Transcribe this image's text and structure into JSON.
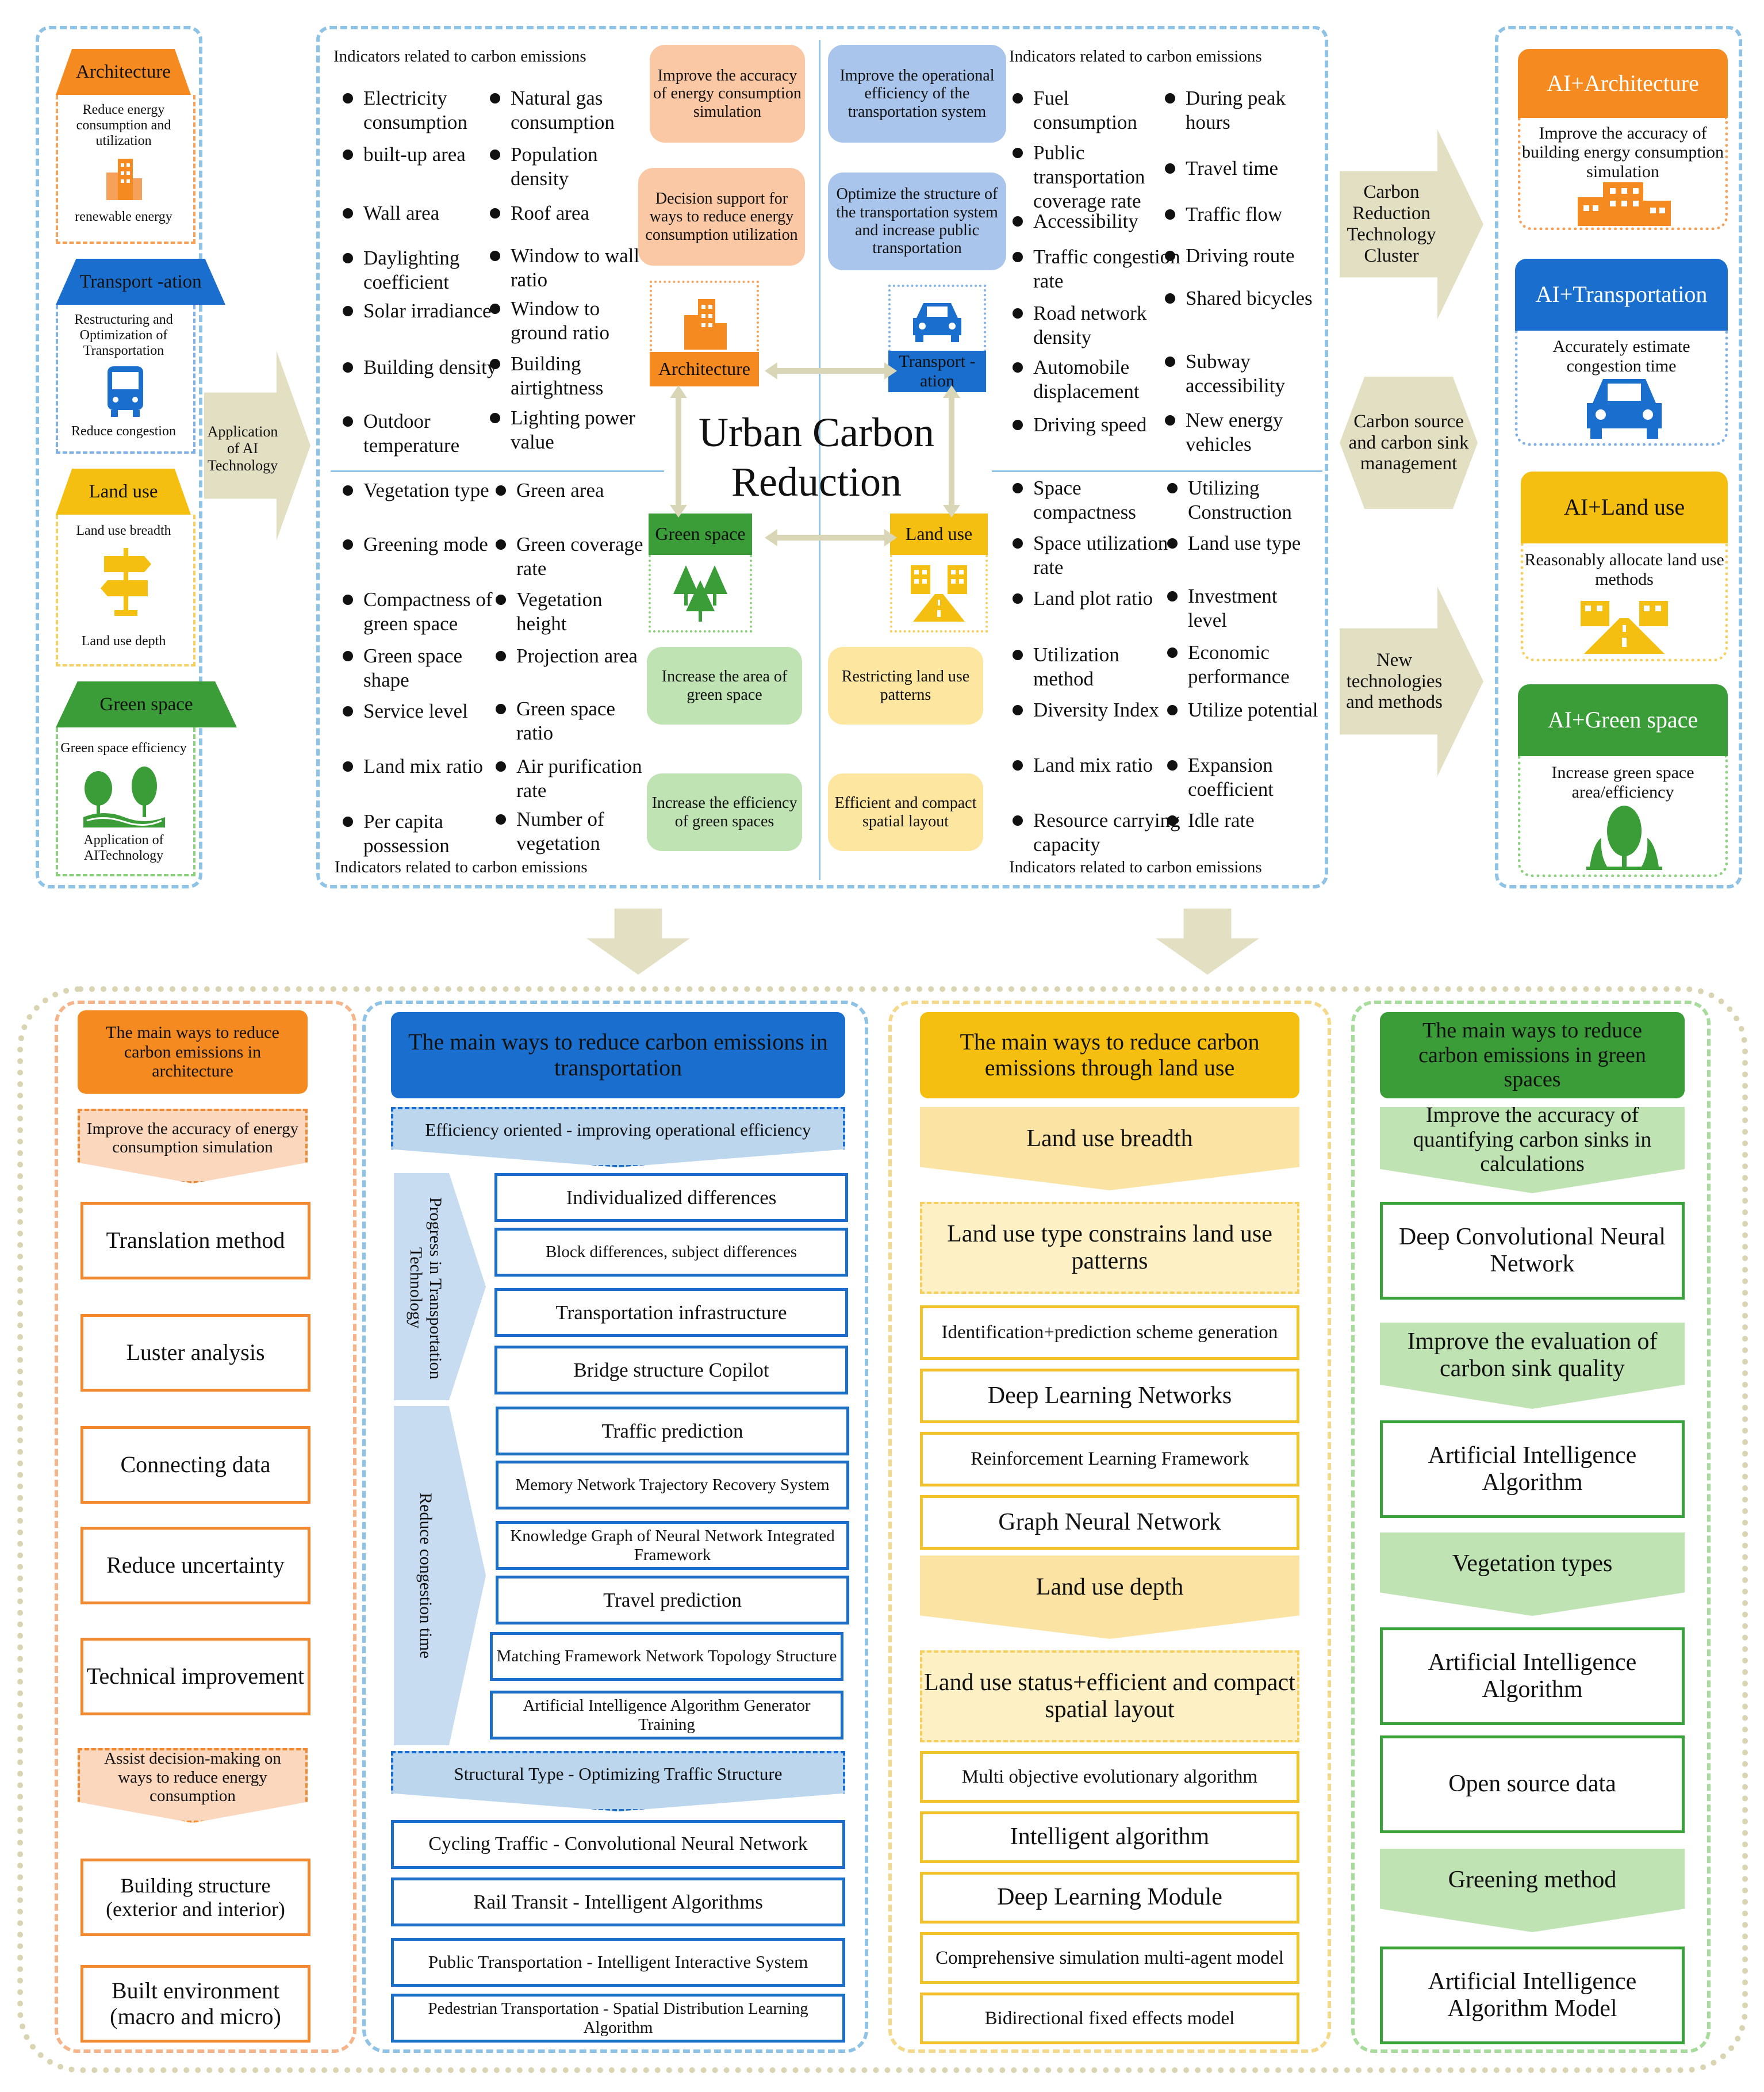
{
  "left": {
    "architecture": {
      "title": "Architecture",
      "text1": "Reduce energy consumption and utilization",
      "text2": "renewable energy",
      "color": "#f58a21"
    },
    "transportation": {
      "title": "Transport -ation",
      "text1": "Restructuring and Optimization of Transportation",
      "text2": "Reduce congestion",
      "color": "#1a6fce"
    },
    "land_use": {
      "title": "Land use",
      "text1": "Land use breadth",
      "text2": "Land use depth",
      "color": "#f5bf12"
    },
    "green_space": {
      "title": "Green space",
      "text1": "Green space efficiency",
      "text2": "Application of AITechnology",
      "color": "#3a9d38"
    }
  },
  "arrow_left_label": "Application of AI Technology",
  "indicators_head_top": "Indicators related to carbon emissions",
  "indicators_head_bottom": "Indicators related to carbon emissions",
  "arch_indicators": [
    [
      "Electricity consumption",
      "Natural gas consumption"
    ],
    [
      "built-up area",
      "Population density"
    ],
    [
      "Wall area",
      "Roof area"
    ],
    [
      "Daylighting coefficient",
      "Window to wall ratio"
    ],
    [
      "Solar irradiance",
      "Window to ground ratio"
    ],
    [
      "Building density",
      "Building airtightness"
    ],
    [
      "Outdoor temperature",
      "Lighting power value"
    ]
  ],
  "green_indicators": [
    [
      "Vegetation type",
      "Green area"
    ],
    [
      "Greening mode",
      "Green coverage rate"
    ],
    [
      "Compactness of green space",
      "Vegetation height"
    ],
    [
      "Green space shape",
      "Projection area"
    ],
    [
      "Service level",
      "Green space ratio"
    ],
    [
      "Land mix ratio",
      "Air purification rate"
    ],
    [
      "Per capita possession",
      "Number of vegetation"
    ]
  ],
  "trans_indicators": [
    [
      "Fuel consumption",
      "During peak hours"
    ],
    [
      "Public transportation coverage rate",
      "Travel time"
    ],
    [
      "Accessibility",
      "Traffic flow"
    ],
    [
      "Traffic congestion rate",
      "Driving route"
    ],
    [
      "Road network density",
      "Shared bicycles"
    ],
    [
      "Automobile displacement",
      "Subway accessibility"
    ],
    [
      "Driving speed",
      "New energy vehicles"
    ]
  ],
  "land_indicators": [
    [
      "Space compactness",
      "Utilizing Construction"
    ],
    [
      "Space utilization rate",
      "Land use type"
    ],
    [
      "Land plot ratio",
      "Investment level"
    ],
    [
      "Utilization method",
      "Economic performance"
    ],
    [
      "Diversity Index",
      "Utilize potential"
    ],
    [
      "Land mix ratio",
      "Expansion coefficient"
    ],
    [
      "Resource carrying capacity",
      "Idle rate"
    ]
  ],
  "center": {
    "title": "Urban Carbon Reduction",
    "arch_label": "Architecture",
    "trans_label": "Transport -ation",
    "green_label": "Green space",
    "land_label": "Land use",
    "arch_act1": "Improve the accuracy of energy consumption simulation",
    "arch_act2": "Decision support for ways to reduce energy consumption utilization",
    "trans_act1": "Improve the operational efficiency of the transportation system",
    "trans_act2": "Optimize the structure of the transportation system and increase public transportation",
    "green_act1": "Increase the area of green space",
    "green_act2": "Increase the efficiency of green spaces",
    "land_act1": "Restricting land use patterns",
    "land_act2": "Efficient and compact spatial layout"
  },
  "mid_arrows": [
    "Carbon Reduction Technology Cluster",
    "Carbon source and carbon sink management",
    "New technologies and methods"
  ],
  "ai_cards": [
    {
      "title": "AI+Architecture",
      "text": "Improve the accuracy of building energy consumption simulation",
      "color": "#f58a21",
      "border": "#f5a15a"
    },
    {
      "title": "AI+Transportation",
      "text": "Accurately estimate congestion time",
      "color": "#1a6fce",
      "border": "#7fb0e6"
    },
    {
      "title": "AI+Land use",
      "text": "Reasonably allocate land use methods",
      "color": "#f5bf12",
      "border": "#f5d060"
    },
    {
      "title": "AI+Green space",
      "text": "Increase green space area/efficiency",
      "color": "#3a9d38",
      "border": "#8cd07f"
    }
  ],
  "bottom": {
    "arch": {
      "title": "The main ways to reduce carbon emissions in architecture",
      "chev1": "Improve the accuracy of energy consumption simulation",
      "items1": [
        "Translation method",
        "Luster analysis",
        "Connecting data",
        "Reduce uncertainty",
        "Technical improvement"
      ],
      "chev2": "Assist decision-making on ways to reduce energy consumption",
      "items2": [
        "Building structure (exterior and interior)",
        "Built environment (macro and micro)"
      ]
    },
    "trans": {
      "title": "The main ways to reduce carbon emissions in transportation",
      "chev1": "Efficiency oriented - improving operational efficiency",
      "side1": "Progress in Transportation Technology",
      "items1": [
        "Individualized differences",
        "Block differences, subject differences",
        "Transportation infrastructure",
        "Bridge structure Copilot"
      ],
      "side2": "Reduce congestion time",
      "items2": [
        "Traffic prediction",
        "Memory Network Trajectory Recovery System",
        "Knowledge Graph of Neural Network Integrated Framework",
        "Travel prediction",
        "Matching Framework Network Topology Structure",
        "Artificial Intelligence Algorithm Generator Training"
      ],
      "chev2": "Structural Type - Optimizing Traffic Structure",
      "items3": [
        "Cycling Traffic - Convolutional Neural Network",
        "Rail Transit - Intelligent Algorithms",
        "Public Transportation - Intelligent Interactive System",
        "Pedestrian Transportation - Spatial Distribution Learning Algorithm"
      ]
    },
    "land": {
      "title": "The main ways to reduce carbon emissions through land use",
      "chev1": "Land use breadth",
      "band1": "Land use type constrains land use patterns",
      "items1": [
        "Identification+prediction scheme generation",
        "Deep Learning Networks",
        "Reinforcement Learning Framework",
        "Graph Neural Network"
      ],
      "chev2": "Land use depth",
      "band2": "Land use status+efficient and compact spatial layout",
      "items2": [
        "Multi objective evolutionary algorithm",
        "Intelligent algorithm",
        "Deep Learning Module",
        "Comprehensive simulation multi-agent model",
        "Bidirectional fixed effects model"
      ]
    },
    "green": {
      "title": "The main ways to reduce carbon emissions in green spaces",
      "chev1": "Improve the accuracy of quantifying carbon sinks in calculations",
      "item1": "Deep Convolutional Neural Network",
      "chev2": "Improve the evaluation of carbon sink quality",
      "item2": "Artificial Intelligence Algorithm",
      "chev3": "Vegetation types",
      "item3": "Artificial Intelligence Algorithm",
      "item4": "Open source data",
      "chev4": "Greening method",
      "item5": "Artificial Intelligence Algorithm Model"
    }
  }
}
